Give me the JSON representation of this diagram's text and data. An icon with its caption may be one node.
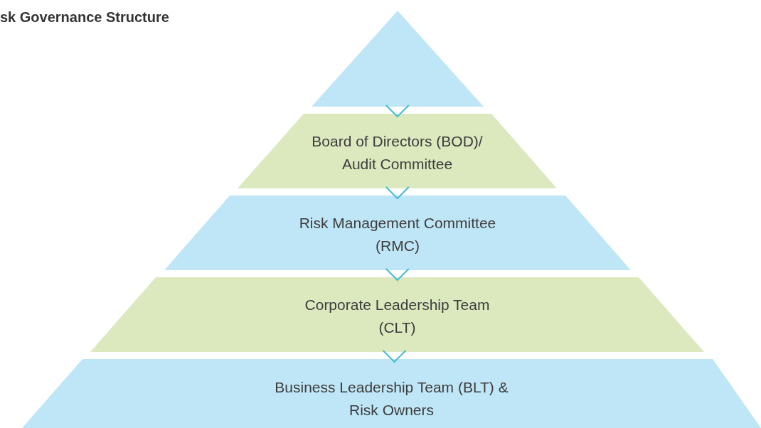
{
  "diagram": {
    "title": "sk Governance Structure",
    "nodes": [
      {
        "text": [],
        "shape": "triangle"
      },
      {
        "text": [
          "Board of Directors (BOD)/ Audit Committee"
        ]
      },
      {
        "text": [
          "Risk Management Committee (RMC)"
        ]
      },
      {
        "text": [
          "Corporate Leadership Team (CLT)"
        ]
      },
      {
        "text": [
          "Business Leadership Team (BLT) & Risk Owners"
        ]
      }
    ],
    "edges": [
      {
        "from": 0,
        "to": 1,
        "arrow": "to"
      },
      {
        "from": 1,
        "to": 2,
        "arrow": "to"
      },
      {
        "from": 2,
        "to": 3,
        "arrow": "to"
      },
      {
        "from": 3,
        "to": 4,
        "arrow": "to"
      }
    ]
  }
}
